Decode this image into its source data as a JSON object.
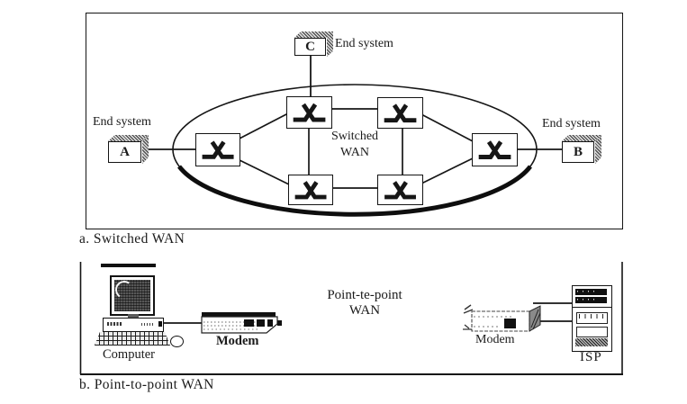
{
  "figure_a": {
    "caption": "a. Switched WAN",
    "cloud_label": {
      "line1": "Switched",
      "line2": "WAN"
    },
    "end_systems": [
      {
        "letter": "A",
        "label": "End system"
      },
      {
        "letter": "B",
        "label": "End system"
      },
      {
        "letter": "C",
        "label": "End system"
      }
    ],
    "switch_count": 6
  },
  "figure_b": {
    "caption": "b. Point-to-point WAN",
    "wan_label": {
      "line1": "Point-te-point",
      "line2": "WAN"
    },
    "computer_label": "Computer",
    "modem_left_label": "Modem",
    "modem_right_label": "Modem",
    "isp_label": "ISP"
  },
  "icons": {
    "switch_icon": "crossed-stroke switch symbol",
    "end_system_icon": "3d shaded box",
    "computer_icon": "desktop computer with monitor, keyboard, mouse",
    "modem_icon": "modem device",
    "isp_icon": "server tower"
  },
  "colors": {
    "ink": "#1a1a1a",
    "paper": "#ffffff"
  }
}
